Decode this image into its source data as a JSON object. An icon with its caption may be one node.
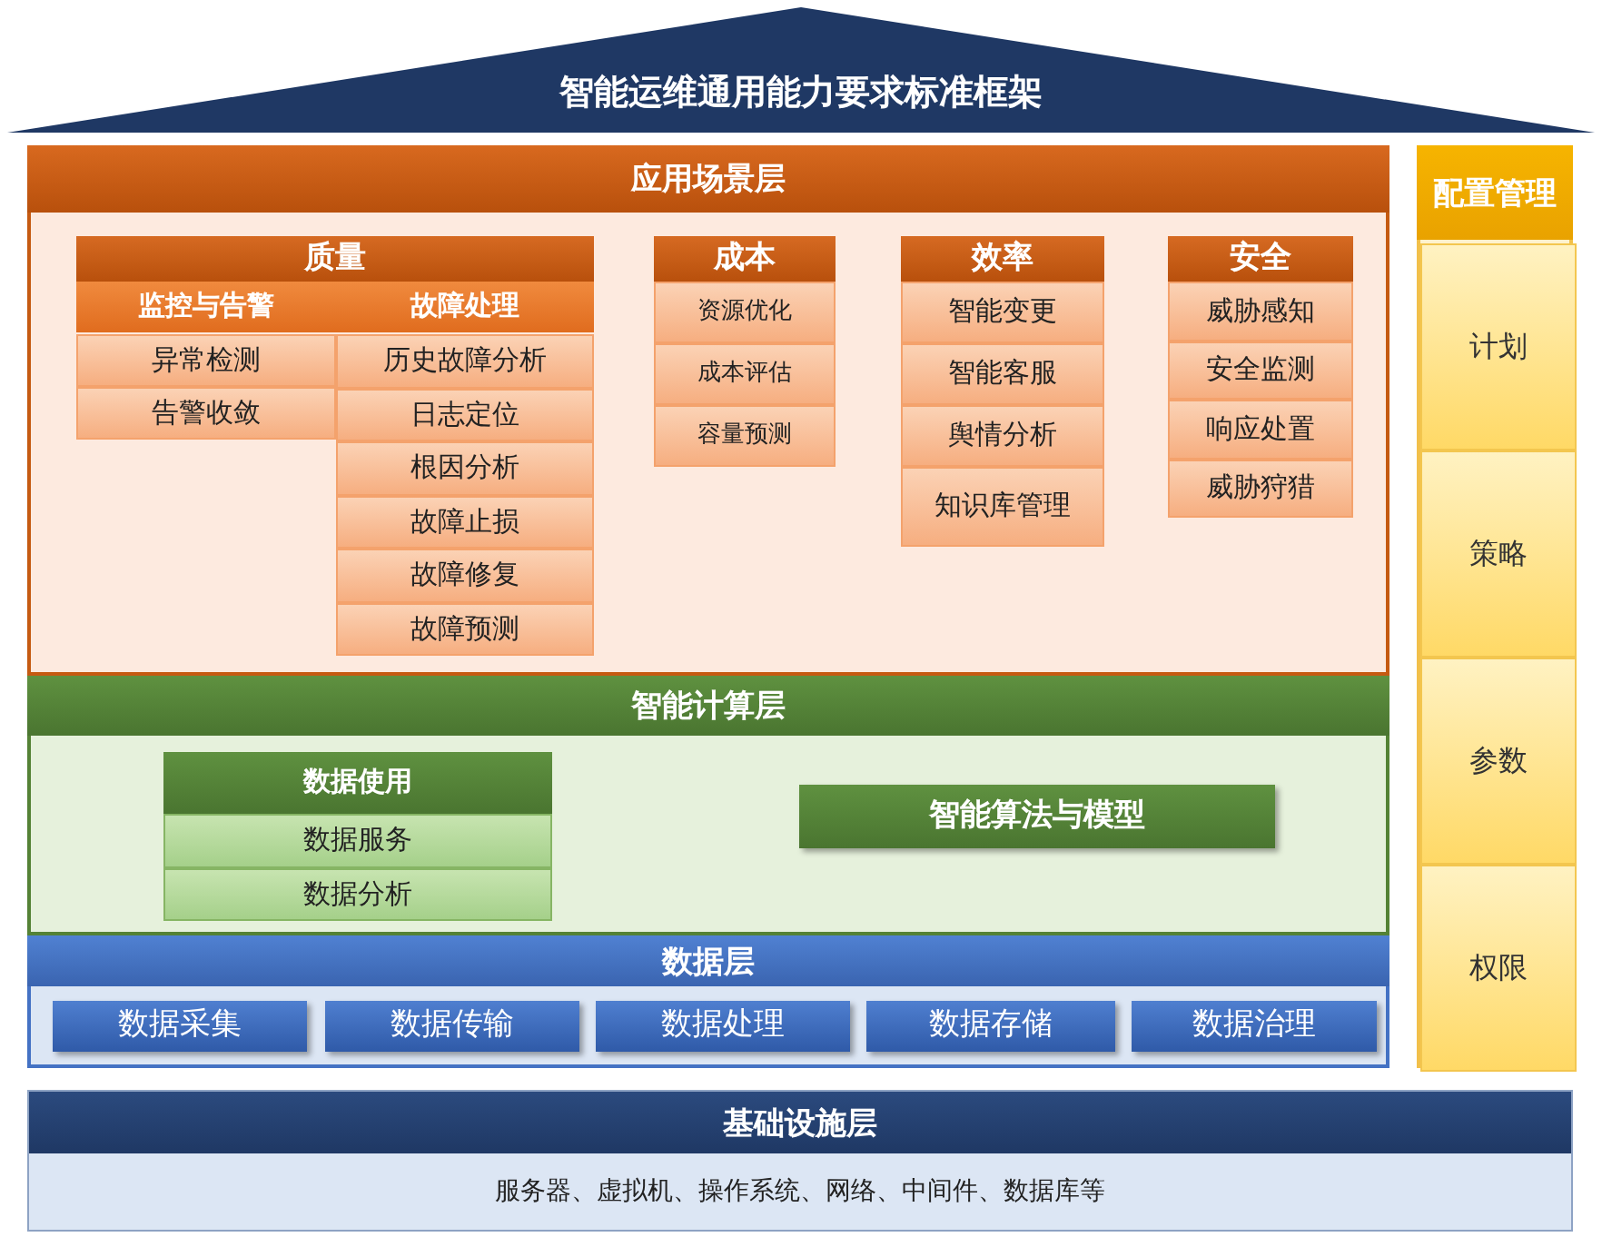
{
  "diagram": {
    "title": "智能运维通用能力要求标准框架",
    "nodes": [
      {
        "text": [
          "应用场景层"
        ]
      },
      {
        "text": [
          "质量"
        ],
        "in": 0
      },
      {
        "text": [
          "监控与告警"
        ],
        "in": 0
      },
      {
        "text": [
          "故障处理"
        ],
        "in": 0
      },
      {
        "text": [
          "异常检测"
        ],
        "in": 0
      },
      {
        "text": [
          "告警收敛"
        ],
        "in": 0
      },
      {
        "text": [
          "历史故障分析"
        ],
        "in": 0
      },
      {
        "text": [
          "日志定位"
        ],
        "in": 0
      },
      {
        "text": [
          "根因分析"
        ],
        "in": 0
      },
      {
        "text": [
          "故障止损"
        ],
        "in": 0
      },
      {
        "text": [
          "故障修复"
        ],
        "in": 0
      },
      {
        "text": [
          "故障预测"
        ],
        "in": 0
      },
      {
        "text": [
          "成本"
        ],
        "in": 0
      },
      {
        "text": [
          "资源优化"
        ],
        "in": 0
      },
      {
        "text": [
          "成本评估"
        ],
        "in": 0
      },
      {
        "text": [
          "容量预测"
        ],
        "in": 0
      },
      {
        "text": [
          "效率"
        ],
        "in": 0
      },
      {
        "text": [
          "智能变更"
        ],
        "in": 0
      },
      {
        "text": [
          "智能客服"
        ],
        "in": 0
      },
      {
        "text": [
          "舆情分析"
        ],
        "in": 0
      },
      {
        "text": [
          "知识库管理"
        ],
        "in": 0
      },
      {
        "text": [
          "安全"
        ],
        "in": 0
      },
      {
        "text": [
          "威胁感知"
        ],
        "in": 0
      },
      {
        "text": [
          "安全监测"
        ],
        "in": 0
      },
      {
        "text": [
          "响应处置"
        ],
        "in": 0
      },
      {
        "text": [
          "威胁狩猎"
        ],
        "in": 0
      },
      {
        "text": [
          "智能计算层"
        ]
      },
      {
        "text": [
          "数据使用"
        ],
        "in": 26
      },
      {
        "text": [
          "数据服务"
        ],
        "in": 26
      },
      {
        "text": [
          "数据分析"
        ],
        "in": 26
      },
      {
        "text": [
          "智能算法与模型"
        ],
        "in": 26
      },
      {
        "text": [
          "数据层"
        ]
      },
      {
        "text": [
          "数据采集"
        ],
        "in": 31
      },
      {
        "text": [
          "数据传输"
        ],
        "in": 31
      },
      {
        "text": [
          "数据处理"
        ],
        "in": 31
      },
      {
        "text": [
          "数据存储"
        ],
        "in": 31
      },
      {
        "text": [
          "数据治理"
        ],
        "in": 31
      },
      {
        "text": [
          "基础设施层",
          "服务器、虚拟机、操作系统、网络、中间件、数据库等"
        ]
      },
      {
        "text": [
          "配置管理"
        ]
      },
      {
        "text": [
          "计划"
        ],
        "in": 38
      },
      {
        "text": [
          "策略"
        ],
        "in": 38
      },
      {
        "text": [
          "参数"
        ],
        "in": 38
      },
      {
        "text": [
          "权限"
        ],
        "in": 38
      }
    ]
  }
}
